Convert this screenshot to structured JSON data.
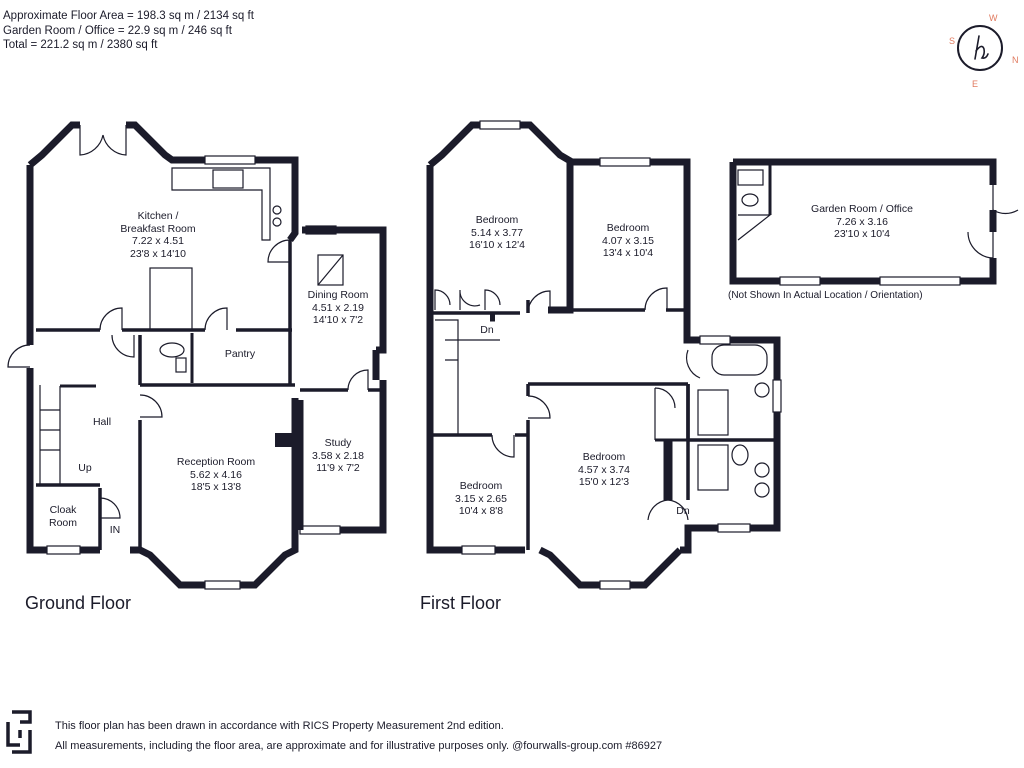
{
  "areas": {
    "line1": "Approximate Floor Area = 198.3 sq m / 2134 sq ft",
    "line2": "Garden Room / Office = 22.9 sq m / 246 sq ft",
    "line3": "Total = 221.2 sq m / 2380 sq ft"
  },
  "compass": {
    "n": "N",
    "s": "S",
    "e": "E",
    "w": "W",
    "logo": "h"
  },
  "ground_floor": {
    "title": "Ground Floor",
    "kitchen": {
      "name1": "Kitchen /",
      "name2": "Breakfast Room",
      "metric": "7.22 x 4.51",
      "imperial": "23'8 x 14'10"
    },
    "dining": {
      "name": "Dining Room",
      "metric": "4.51 x 2.19",
      "imperial": "14'10 x 7'2"
    },
    "pantry": {
      "name": "Pantry"
    },
    "hall": {
      "name": "Hall"
    },
    "up": "Up",
    "reception": {
      "name": "Reception Room",
      "metric": "5.62 x 4.16",
      "imperial": "18'5 x 13'8"
    },
    "study": {
      "name": "Study",
      "metric": "3.58 x 2.18",
      "imperial": "11'9 x 7'2"
    },
    "cloak": {
      "name1": "Cloak",
      "name2": "Room"
    },
    "in": "IN"
  },
  "first_floor": {
    "title": "First Floor",
    "bedroom1": {
      "name": "Bedroom",
      "metric": "5.14 x 3.77",
      "imperial": "16'10 x 12'4"
    },
    "bedroom2": {
      "name": "Bedroom",
      "metric": "4.07 x 3.15",
      "imperial": "13'4 x 10'4"
    },
    "bedroom3": {
      "name": "Bedroom",
      "metric": "3.15 x 2.65",
      "imperial": "10'4 x 8'8"
    },
    "bedroom4": {
      "name": "Bedroom",
      "metric": "4.57 x 3.74",
      "imperial": "15'0 x 12'3"
    },
    "dn1": "Dn",
    "dn2": "Dn"
  },
  "garden_room": {
    "name": "Garden Room / Office",
    "metric": "7.26 x 3.16",
    "imperial": "23'10 x 10'4",
    "note": "(Not Shown In Actual Location / Orientation)"
  },
  "footer": {
    "line1": "This floor plan has been drawn in accordance with RICS Property Measurement 2nd edition.",
    "line2": "All measurements, including the floor area, are approximate and for illustrative purposes only. @fourwalls-group.com #86927"
  },
  "colors": {
    "wall": "#1b1b2a",
    "accent": "#e07a5f",
    "text": "#1b1b2a"
  }
}
